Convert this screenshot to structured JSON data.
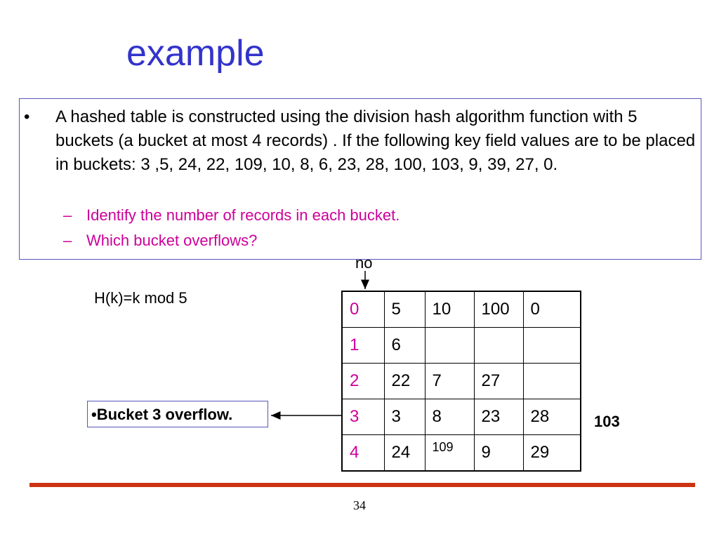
{
  "slide": {
    "title": "example",
    "bullet_marker": "•",
    "bullet_text": "A hashed table is constructed using the division hash algorithm function with 5 buckets (a bucket at most 4 records) . If the following key field values are to be placed in buckets: 3 ,5, 24, 22, 109, 10, 8, 6, 23, 28, 100, 103, 9, 39, 27, 0.",
    "sub_items": [
      {
        "dash": "–",
        "text": "Identify the number of records in each bucket."
      },
      {
        "dash": "–",
        "text": "Which bucket overflows?"
      }
    ],
    "no_label": "no",
    "formula": "H(k)=k mod 5",
    "annotation": "•Bucket 3 overflow.",
    "overflow_value": "103",
    "page_number": "34"
  },
  "table": {
    "rows": [
      {
        "index": "0",
        "cells": [
          "5",
          "10",
          "100",
          "0"
        ]
      },
      {
        "index": "1",
        "cells": [
          "6",
          "",
          "",
          ""
        ]
      },
      {
        "index": "2",
        "cells": [
          "22",
          "7",
          "27",
          ""
        ]
      },
      {
        "index": "3",
        "cells": [
          "3",
          "8",
          "23",
          "28"
        ]
      },
      {
        "index": "4",
        "cells": [
          "24",
          "109",
          "9",
          "29"
        ]
      }
    ]
  },
  "colors": {
    "title": "#3333cc",
    "sub_items": "#cc0099",
    "index": "#cc0099",
    "footer_line": "#cc3311"
  }
}
